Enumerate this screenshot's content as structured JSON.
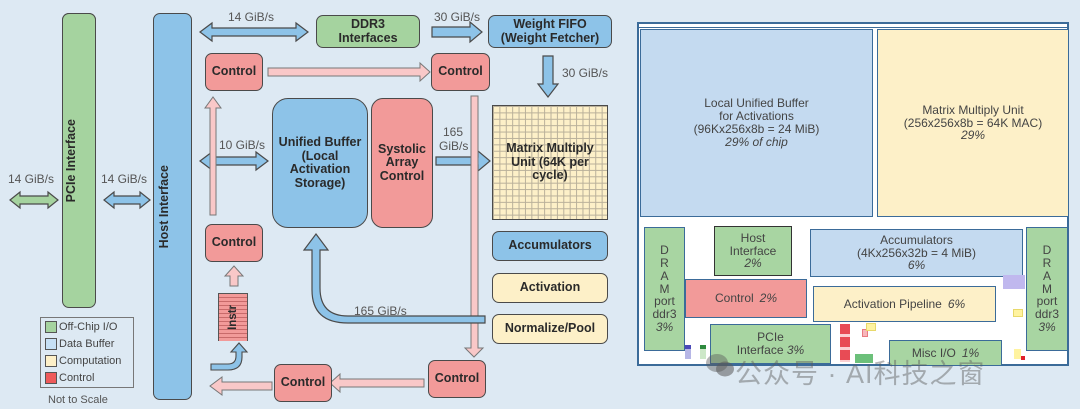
{
  "block_diagram": {
    "pcie_interface": "PCIe Interface",
    "host_interface": "Host Interface",
    "ddr3_interfaces": "DDR3 Interfaces",
    "weight_fifo": "Weight FIFO (Weight Fetcher)",
    "control": "Control",
    "unified_buffer": "Unified Buffer (Local Activation Storage)",
    "systolic_array_control": "Systolic Array Control",
    "matrix_multiply_unit": "Matrix Multiply Unit (64K per cycle)",
    "accumulators": "Accumulators",
    "activation": "Activation",
    "normalize_pool": "Normalize/Pool",
    "instr": "Instr",
    "bandwidths": {
      "offchip_pcie": "14 GiB/s",
      "pcie_host": "14 GiB/s",
      "host_ddr3": "14 GiB/s",
      "ddr3_weight_fifo": "30 GiB/s",
      "weight_fifo_mmu": "30 GiB/s",
      "host_unified_buffer": "10 GiB/s",
      "ub_mmu_line1": "165",
      "ub_mmu_line2": "GiB/s",
      "pool_to_ub": "165 GiB/s"
    },
    "legend": [
      {
        "label": "Off-Chip I/O",
        "color": "#a5d39f"
      },
      {
        "label": "Data Buffer",
        "color": "#c6e0f5"
      },
      {
        "label": "Computation",
        "color": "#fdf0c8"
      },
      {
        "label": "Control",
        "color": "#ee5a5a"
      }
    ],
    "not_to_scale": "Not to Scale"
  },
  "floorplan": {
    "unified_buffer": {
      "line1": "Local Unified Buffer",
      "line2": "for Activations",
      "line3": "(96Kx256x8b = 24 MiB)",
      "pct": "29% of chip"
    },
    "mmu": {
      "line1": "Matrix Multiply Unit",
      "line2": "(256x256x8b = 64K MAC)",
      "pct": "29%"
    },
    "dram_left": {
      "letters": [
        "D",
        "R",
        "A",
        "M"
      ],
      "line1": "port",
      "line2": "ddr3",
      "pct": "3%"
    },
    "dram_right": {
      "letters": [
        "D",
        "R",
        "A",
        "M"
      ],
      "line1": "port",
      "line2": "ddr3",
      "pct": "3%"
    },
    "host_interface": {
      "line1": "Host",
      "line2": "Interface",
      "pct": "2%"
    },
    "accumulators": {
      "line1": "Accumulators",
      "line2": "(4Kx256x32b = 4 MiB)",
      "pct": "6%"
    },
    "control": {
      "label": "Control",
      "pct": "2%"
    },
    "activation_pipeline": {
      "label": "Activation Pipeline",
      "pct": "6%"
    },
    "pcie_interface": {
      "line1": "PCIe",
      "line2": "Interface",
      "pct": "3%"
    },
    "misc_io": {
      "label": "Misc I/O",
      "pct": "1%"
    }
  },
  "watermark": "公众号 · AI科技之窗"
}
